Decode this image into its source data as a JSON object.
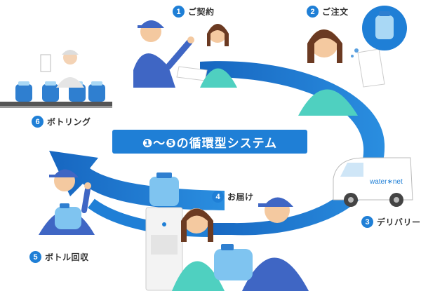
{
  "title": "❶〜❺の循環型システム",
  "steps": [
    {
      "num": "1",
      "label": "ご契約"
    },
    {
      "num": "2",
      "label": "ご注文"
    },
    {
      "num": "3",
      "label": "デリバリー"
    },
    {
      "num": "4",
      "label": "お届け"
    },
    {
      "num": "5",
      "label": "ボトル回収"
    },
    {
      "num": "6",
      "label": "ボトリング"
    }
  ],
  "truck_logo": "water∗net",
  "colors": {
    "arrow": "#1f7fd6",
    "banner": "#1f7fd6",
    "worker_uniform": "#3f66c4",
    "customer_top": "#4fd0c0",
    "bottle": "#7fc4f0"
  },
  "icons": [
    "cycle-arrow",
    "worker",
    "customer",
    "water-bottle",
    "delivery-truck",
    "water-server",
    "bottling-line"
  ]
}
